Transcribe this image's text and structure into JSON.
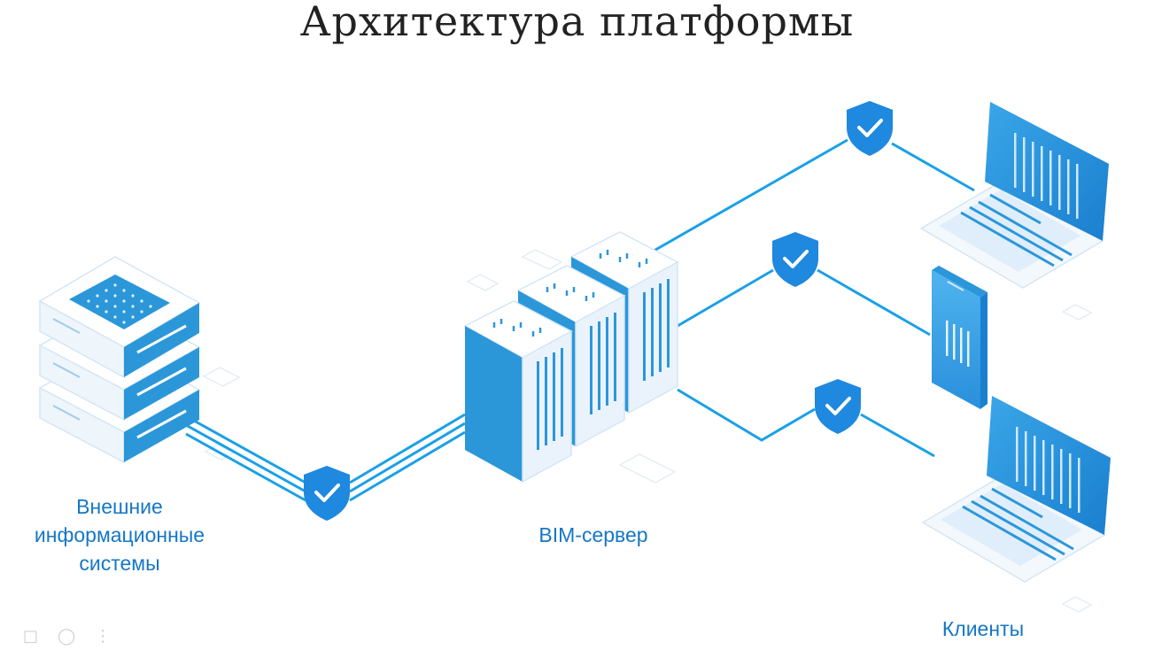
{
  "title": "Архитектура платформы",
  "labels": {
    "external_line1": "Внешние",
    "external_line2": "информационные",
    "external_line3": "системы",
    "bim_server": "BIM-сервер",
    "clients": "Клиенты"
  },
  "colors": {
    "accent": "#1a8fd8",
    "label_text": "#1577c6",
    "server_front": "#2b97d9",
    "server_side": "#e9f2fa",
    "shield": "#1f88df",
    "line": "#1aa0e6"
  },
  "toolbar": {
    "icons": [
      "bookmark-icon",
      "user-icon",
      "more-icon"
    ]
  }
}
